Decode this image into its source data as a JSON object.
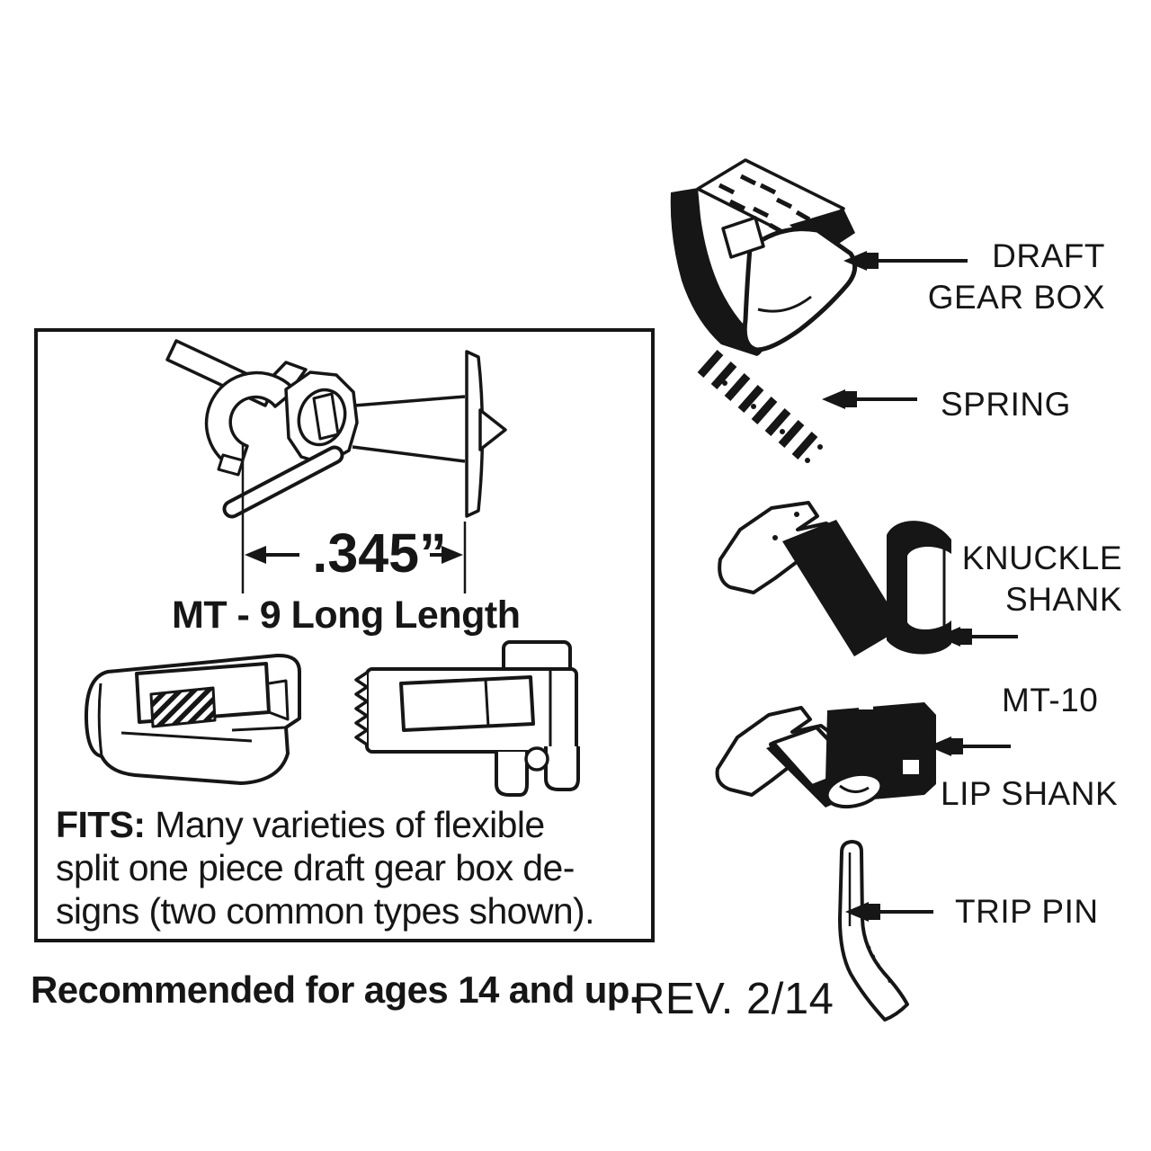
{
  "panel": {
    "dimension": ".345”",
    "caption": "MT - 9 Long Length",
    "fits": {
      "label": "FITS:",
      "line1": " Many varieties of flexible",
      "line2": "split one piece draft gear box de-",
      "line3": "signs (two common types shown)."
    }
  },
  "footer": {
    "age_note": "Recommended for ages 14 and up.",
    "revision": "REV. 2/14"
  },
  "parts": {
    "draft_gear_box": {
      "line1": "DRAFT",
      "line2": "GEAR BOX"
    },
    "spring": "SPRING",
    "knuckle_shank": {
      "line1": "KNUCKLE",
      "line2": "SHANK"
    },
    "mt10": "MT-10",
    "lip_shank": "LIP SHANK",
    "trip_pin": "TRIP PIN"
  },
  "colors": {
    "ink": "#161616",
    "background": "#ffffff"
  }
}
